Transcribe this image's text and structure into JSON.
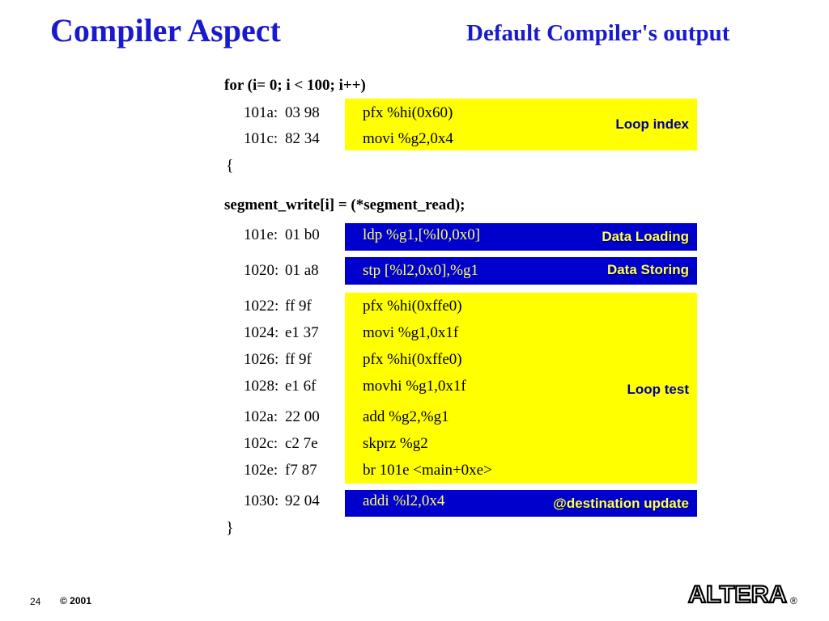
{
  "header": {
    "title": "Compiler Aspect",
    "subtitle": "Default Compiler's output"
  },
  "code": {
    "for_line": "for (i= 0; i < 100; i++)",
    "open_brace": "{",
    "statement": "segment_write[i] = (*segment_read);",
    "close_brace": "}"
  },
  "rows": [
    {
      "addr": "101a:",
      "hex": "03 98",
      "instr": "pfx %hi(0x60)"
    },
    {
      "addr": "101c:",
      "hex": "82 34",
      "instr": "movi %g2,0x4"
    },
    {
      "addr": "101e:",
      "hex": "01 b0",
      "instr": "ldp %g1,[%l0,0x0]"
    },
    {
      "addr": "1020:",
      "hex": "01 a8",
      "instr": "stp [%l2,0x0],%g1"
    },
    {
      "addr": "1022:",
      "hex": "ff 9f",
      "instr": "pfx %hi(0xffe0)"
    },
    {
      "addr": "1024:",
      "hex": "e1 37",
      "instr": "movi %g1,0x1f"
    },
    {
      "addr": "1026:",
      "hex": "ff 9f",
      "instr": "pfx %hi(0xffe0)"
    },
    {
      "addr": "1028:",
      "hex": "e1 6f",
      "instr": "movhi %g1,0x1f"
    },
    {
      "addr": "102a:",
      "hex": "22 00",
      "instr": "add %g2,%g1"
    },
    {
      "addr": "102c:",
      "hex": "c2 7e",
      "instr": "skprz %g2"
    },
    {
      "addr": "102e:",
      "hex": "f7 87",
      "instr": "br 101e <main+0xe>"
    },
    {
      "addr": "1030:",
      "hex": "92 04",
      "instr": "addi %l2,0x4"
    }
  ],
  "labels": {
    "loop_index": "Loop index",
    "data_loading": "Data Loading",
    "data_storing": "Data Storing",
    "loop_test": "Loop test",
    "destination_update": "@destination update"
  },
  "colors": {
    "title": "#1a1acd",
    "highlight_yellow": "#ffff00",
    "highlight_blue": "#0000cc",
    "blue_text": "#ffff66"
  },
  "footer": {
    "page_number": "24",
    "copyright": "© 2001",
    "logo_text": "ALTERA",
    "logo_mark": "®"
  }
}
